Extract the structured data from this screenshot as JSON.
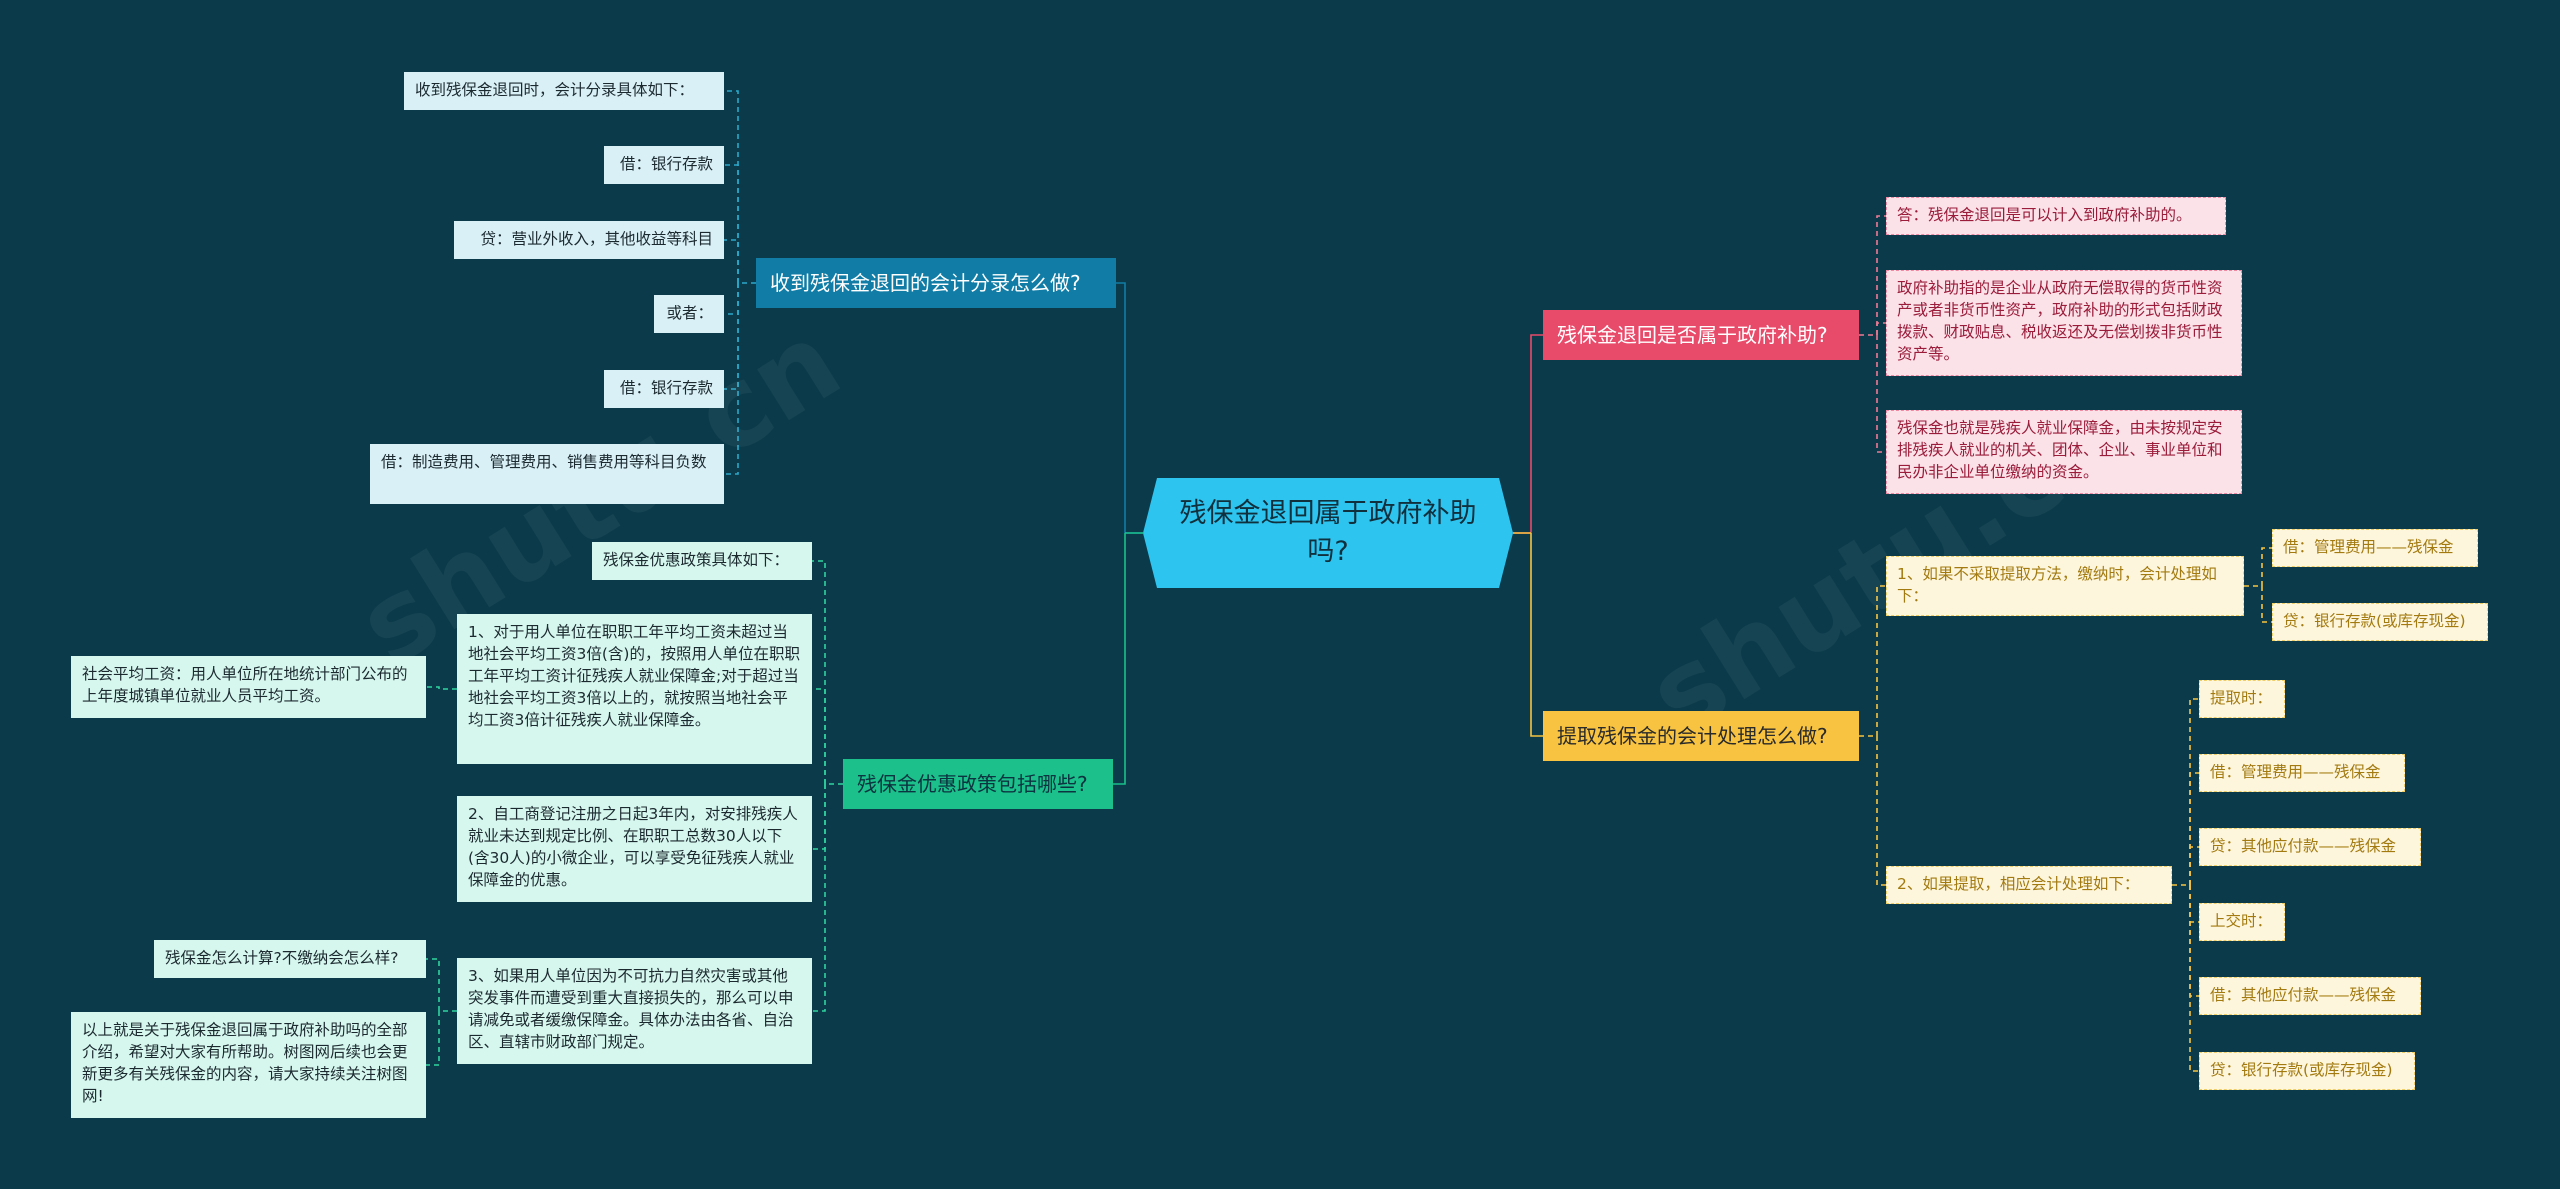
{
  "colors": {
    "background": "#0b3a4a",
    "root": "#2ec4f0",
    "branch_blue": "#117da6",
    "branch_green": "#1bc08a",
    "branch_pink": "#e84a6a",
    "branch_yellow": "#f7c341"
  },
  "root": {
    "label": "残保金退回属于政府补助吗?"
  },
  "branches": {
    "accounting_entry": {
      "label": "收到残保金退回的会计分录怎么做?",
      "items": [
        "收到残保金退回时，会计分录具体如下：",
        "借：银行存款",
        "贷：营业外收入，其他收益等科目",
        "或者：",
        "借：银行存款",
        "借：制造费用、管理费用、销售费用等科目负数"
      ]
    },
    "preferential_policy": {
      "label": "残保金优惠政策包括哪些?",
      "items": [
        "残保金优惠政策具体如下：",
        "1、对于用人单位在职职工年平均工资未超过当地社会平均工资3倍(含)的，按照用人单位在职职工年平均工资计征残疾人就业保障金;对于超过当地社会平均工资3倍以上的，就按照当地社会平均工资3倍计征残疾人就业保障金。",
        "2、自工商登记注册之日起3年内，对安排残疾人就业未达到规定比例、在职职工总数30人以下(含30人)的小微企业，可以享受免征残疾人就业保障金的优惠。",
        "3、如果用人单位因为不可抗力自然灾害或其他突发事件而遭受到重大直接损失的，那么可以申请减免或者缓缴保障金。具体办法由各省、自治区、直辖市财政部门规定。"
      ],
      "sub_item1": "社会平均工资：用人单位所在地统计部门公布的上年度城镇单位就业人员平均工资。",
      "sub_item3": [
        "残保金怎么计算?不缴纳会怎么样?",
        "以上就是关于残保金退回属于政府补助吗的全部介绍，希望对大家有所帮助。树图网后续也会更新更多有关残保金的内容，请大家持续关注树图网!"
      ]
    },
    "government_subsidy": {
      "label": "残保金退回是否属于政府补助?",
      "items": [
        "答：残保金退回是可以计入到政府补助的。",
        "政府补助指的是企业从政府无偿取得的货币性资产或者非货币性资产，政府补助的形式包括财政拨款、财政贴息、税收返还及无偿划拨非货币性资产等。",
        "残保金也就是残疾人就业保障金，由未按规定安排残疾人就业的机关、团体、企业、事业单位和民办非企业单位缴纳的资金。"
      ]
    },
    "accounting_treatment": {
      "label": "提取残保金的会计处理怎么做?",
      "method1": {
        "label": "1、如果不采取提取方法，缴纳时，会计处理如下：",
        "items": [
          "借：管理费用——残保金",
          "贷：银行存款(或库存现金)"
        ]
      },
      "method2": {
        "label": "2、如果提取，相应会计处理如下：",
        "items": [
          "提取时：",
          "借：管理费用——残保金",
          "贷：其他应付款——残保金",
          "上交时：",
          "借：其他应付款——残保金",
          "贷：银行存款(或库存现金)"
        ]
      }
    }
  }
}
